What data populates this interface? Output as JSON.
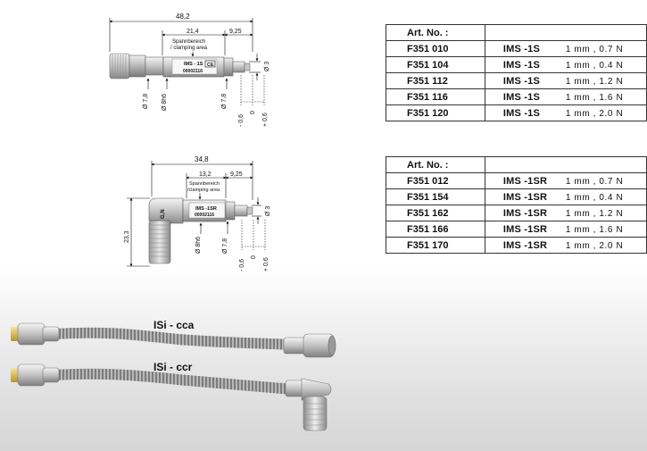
{
  "drawing_top": {
    "model_label": "IMS - 1S",
    "serial": "00002116",
    "ce": "CE",
    "dim_total": "48,2",
    "dim_clamp": "21,4",
    "dim_right": "9,25",
    "clamp_label_1": "Spannbereich",
    "clamp_label_2": "/ clamping area",
    "dia_left": "Ø 7,8",
    "dia_mid": "Ø 8h6",
    "dia_right": "Ø 7,8",
    "dia_tip": "Ø 3",
    "travel_minus": "- 0,6",
    "travel_zero": "0",
    "travel_plus": "+ 0,6"
  },
  "drawing_bottom": {
    "model_label": "IMS -1SR",
    "serial": "00002116",
    "side_label": "G,N",
    "dim_total": "34,8",
    "dim_clamp": "13,2",
    "dim_right": "9,25",
    "clamp_label_1": "Spannbereich",
    "clamp_label_2": "/clamping area",
    "dim_height": "23,3",
    "dia_mid": "Ø 8h6",
    "dia_right": "Ø 7,8",
    "dia_tip": "Ø 3",
    "travel_minus": "- 0,6",
    "travel_zero": "0",
    "travel_plus": "+ 0,6"
  },
  "table1": {
    "header": "Art. No. :",
    "rows": [
      {
        "art": "F351 010",
        "model": "IMS -1S",
        "spec": "1 mm , 0.7 N"
      },
      {
        "art": "F351 104",
        "model": "IMS -1S",
        "spec": "1 mm , 0.4 N"
      },
      {
        "art": "F351 112",
        "model": "IMS -1S",
        "spec": "1 mm , 1.2 N"
      },
      {
        "art": "F351 116",
        "model": "IMS -1S",
        "spec": "1 mm , 1.6 N"
      },
      {
        "art": "F351 120",
        "model": "IMS -1S",
        "spec": "1 mm , 2.0 N"
      }
    ]
  },
  "table2": {
    "header": "Art. No. :",
    "rows": [
      {
        "art": "F351 012",
        "model": "IMS -1SR",
        "spec": "1 mm , 0.7 N"
      },
      {
        "art": "F351 154",
        "model": "IMS -1SR",
        "spec": "1 mm , 0.4 N"
      },
      {
        "art": "F351 162",
        "model": "IMS -1SR",
        "spec": "1 mm , 1.2 N"
      },
      {
        "art": "F351 166",
        "model": "IMS -1SR",
        "spec": "1 mm , 1.6 N"
      },
      {
        "art": "F351 170",
        "model": "IMS -1SR",
        "spec": "1 mm , 2.0 N"
      }
    ]
  },
  "cables": {
    "cable1_label": "ISi - cca",
    "cable2_label": "ISi - ccr"
  }
}
